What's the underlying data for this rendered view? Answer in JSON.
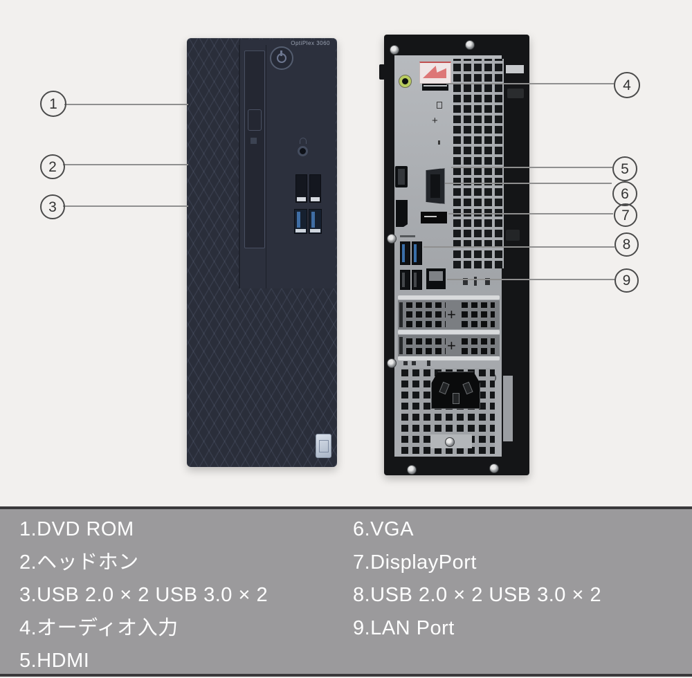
{
  "figure": {
    "brand_model": "OptiPlex 3060"
  },
  "callouts": [
    "1",
    "2",
    "3",
    "4",
    "5",
    "6",
    "7",
    "8",
    "9"
  ],
  "legend": {
    "left": [
      "1.DVD ROM",
      "2.ヘッドホン",
      "3.USB 2.0 × 2 USB 3.0 × 2",
      "4.オーディオ入力",
      "5.HDMI"
    ],
    "right": [
      "6.VGA",
      "7.DisplayPort",
      "8.USB 2.0 × 2 USB 3.0 × 2",
      "9.LAN Port"
    ]
  },
  "colors": {
    "background": "#f2f0ee",
    "legend_bg": "#9b9a9c",
    "legend_border": "#3a393b",
    "legend_text": "#ffffff",
    "front_body": "#2a2e3a",
    "rear_frame": "#141517",
    "rear_panel": "#aaadb1",
    "usb3_blue": "#3a6ea8",
    "audio_jack_green": "#b9cc5f",
    "callout_line": "#8f8f8f"
  }
}
